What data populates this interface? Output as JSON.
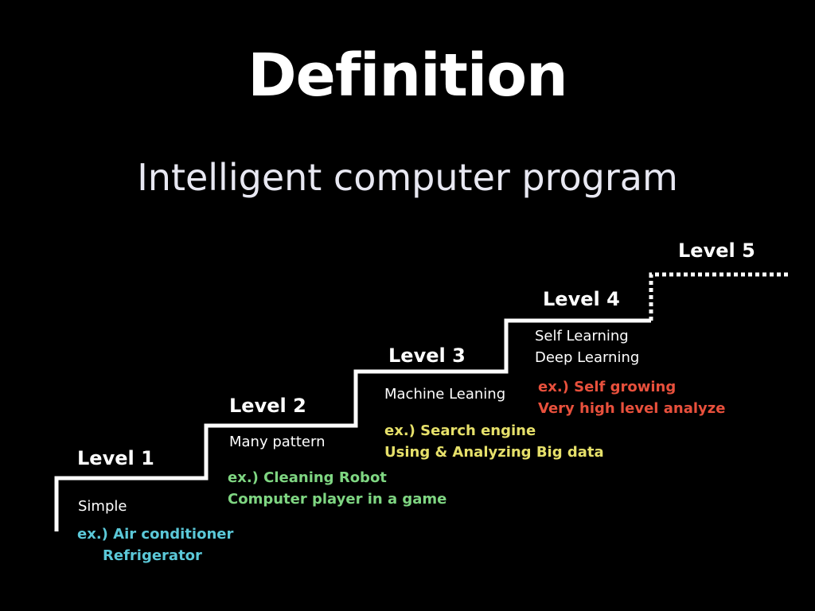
{
  "title": "Definition",
  "subtitle": "Intelligent computer program",
  "colors": {
    "background": "#000000",
    "text": "#ffffff",
    "level1_example": "#5bc8d8",
    "level2_example": "#7fd682",
    "level3_example": "#e6e06a",
    "level4_example": "#e8503c"
  },
  "levels": [
    {
      "label": "Level 1",
      "desc": [
        "Simple"
      ],
      "example": [
        "ex.) Air conditioner",
        "Refrigerator"
      ]
    },
    {
      "label": "Level 2",
      "desc": [
        "Many pattern"
      ],
      "example": [
        "ex.) Cleaning Robot",
        "Computer player in a game"
      ]
    },
    {
      "label": "Level 3",
      "desc": [
        "Machine Leaning"
      ],
      "example": [
        "ex.) Search engine",
        "Using & Analyzing Big data"
      ]
    },
    {
      "label": "Level 4",
      "desc": [
        "Self Learning",
        "Deep Learning"
      ],
      "example": [
        "ex.) Self growing",
        "Very high level analyze"
      ]
    },
    {
      "label": "Level 5"
    }
  ]
}
